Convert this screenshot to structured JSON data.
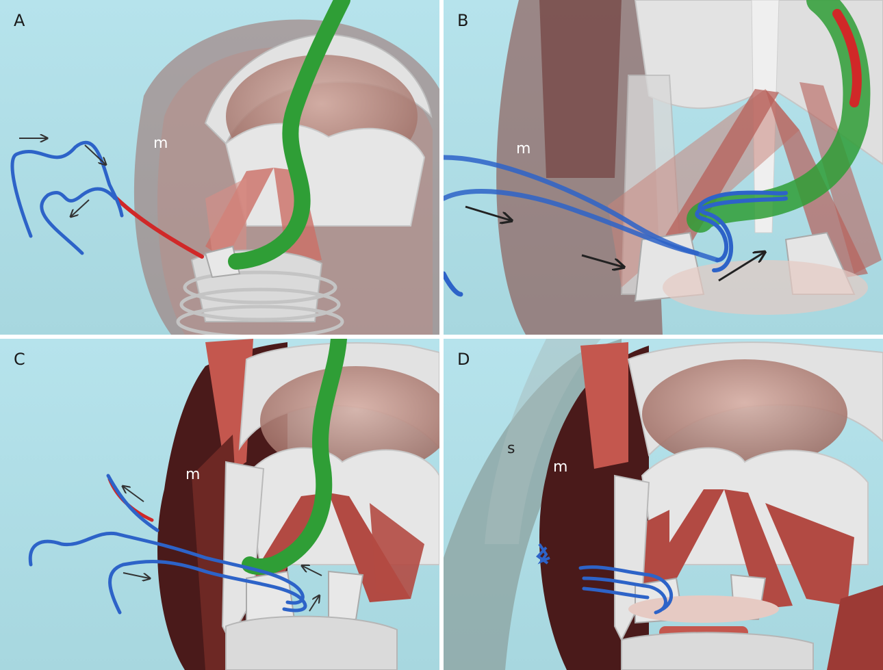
{
  "panels": [
    {
      "letter": "A",
      "labels": {
        "m": "m"
      }
    },
    {
      "letter": "B",
      "labels": {
        "m": "m"
      }
    },
    {
      "letter": "C",
      "labels": {
        "m": "m"
      }
    },
    {
      "letter": "D",
      "labels": {
        "m": "m",
        "s": "s"
      }
    }
  ],
  "colors": {
    "background": "#a9dbe5",
    "cartilage": "#d9d9d9",
    "muscle": "#b24a43",
    "muscle_dark": "#4a1a1a",
    "muscle_translucent": "#c9857c",
    "nerve_blue": "#2d63c8",
    "tube_green": "#2f9e36",
    "red_vessel": "#d02828",
    "arrow": "#333333",
    "sheath_gray": "#8fa8a7"
  },
  "icons": {
    "arrow": "arrow-icon"
  }
}
